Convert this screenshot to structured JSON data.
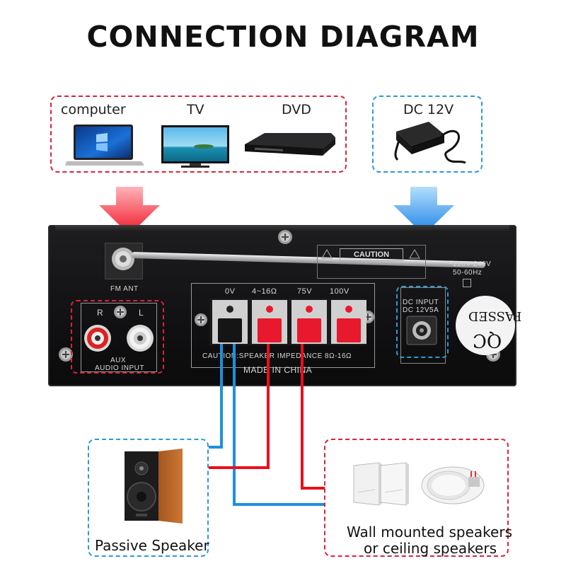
{
  "title": "CONNECTION DIAGRAM",
  "sources": [
    "computer",
    "TV",
    "DVD"
  ],
  "power_label": "DC 12V",
  "panel": {
    "fm_ant": "FM ANT",
    "caution": "CAUTION",
    "voltage_line1": "~220V-240V",
    "voltage_line2": "50-60Hz",
    "rca_r": "R",
    "rca_l": "L",
    "aux": "AUX",
    "audio_input": "AUDIO INPUT",
    "terminals": [
      "0V",
      "4~16Ω",
      "75V",
      "100V"
    ],
    "speaker_caution": "CAUTION:SPEAKER IMPEDANCE 8Ω-16Ω",
    "made_in": "MADE IN CHINA",
    "dc_input_1": "DC INPUT",
    "dc_input_2": "DC 12V5A",
    "qc_text": "PASSED",
    "qc_logo": "QC"
  },
  "outputs": {
    "passive": "Passive Speaker",
    "wall_line1": "Wall mounted speakers",
    "wall_line2": "or ceiling speakers"
  },
  "colors": {
    "red": "#d9243a",
    "blue": "#2a9bd6",
    "wire_red": "#e8101c",
    "wire_blue": "#1f8fe0"
  }
}
